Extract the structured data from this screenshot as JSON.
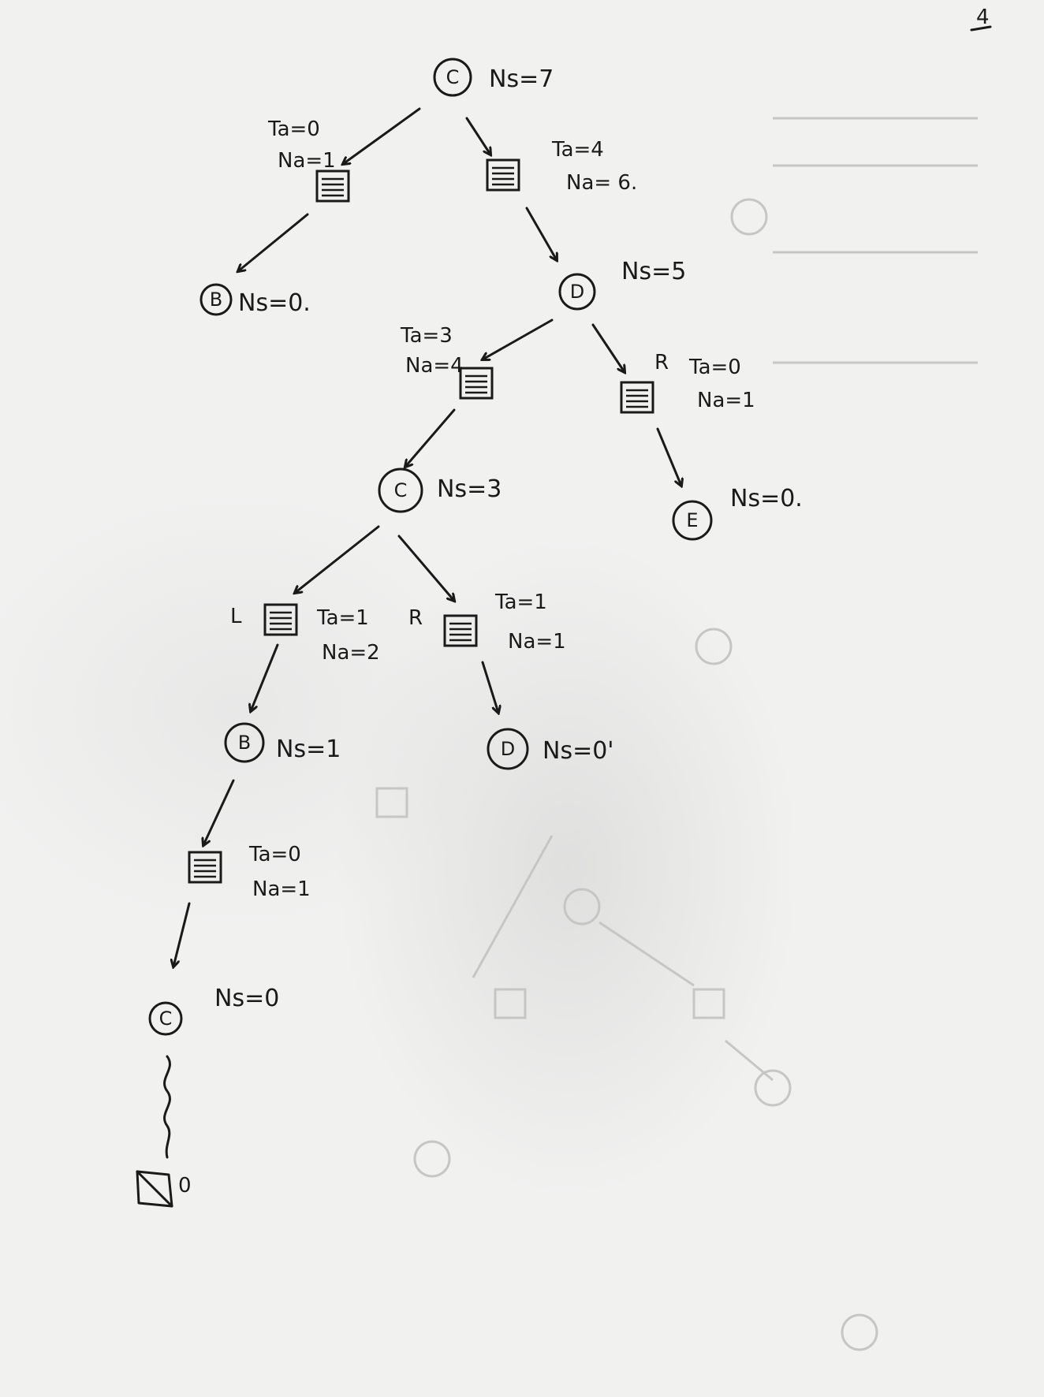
{
  "corner_mark": "4",
  "tree": {
    "root": {
      "letter": "C",
      "ns_label": "Ns=7"
    },
    "left_action": {
      "ta": "Ta=0",
      "na": "Na=1"
    },
    "right_action": {
      "ta": "Ta=4",
      "na": "Na= 6."
    },
    "node_b1": {
      "letter": "B",
      "ns_label": "Ns=0."
    },
    "node_d1": {
      "letter": "D",
      "ns_label": "Ns=5"
    },
    "d_left_action": {
      "ta": "Ta=3",
      "na": "Na=4"
    },
    "d_right_action": {
      "side": "R",
      "ta": "Ta=0",
      "na": "Na=1"
    },
    "node_e": {
      "letter": "E",
      "ns_label": "Ns=0."
    },
    "node_c2": {
      "letter": "C",
      "ns_label": "Ns=3"
    },
    "c2_left_action": {
      "side": "L",
      "ta": "Ta=1",
      "na": "Na=2"
    },
    "c2_right_action": {
      "side": "R",
      "ta": "Ta=1",
      "na": "Na=1"
    },
    "node_b2": {
      "letter": "B",
      "ns_label": "Ns=1"
    },
    "node_d2": {
      "letter": "D",
      "ns_label": "Ns=0'"
    },
    "b2_action": {
      "ta": "Ta=0",
      "na": "Na=1"
    },
    "node_c3": {
      "letter": "C",
      "ns_label": "Ns=0"
    },
    "terminal": {
      "value": "0"
    }
  },
  "colors": {
    "ink": "#1a1a1a",
    "paper": "#f1f1f0",
    "bleed": "#c6c6c4"
  }
}
